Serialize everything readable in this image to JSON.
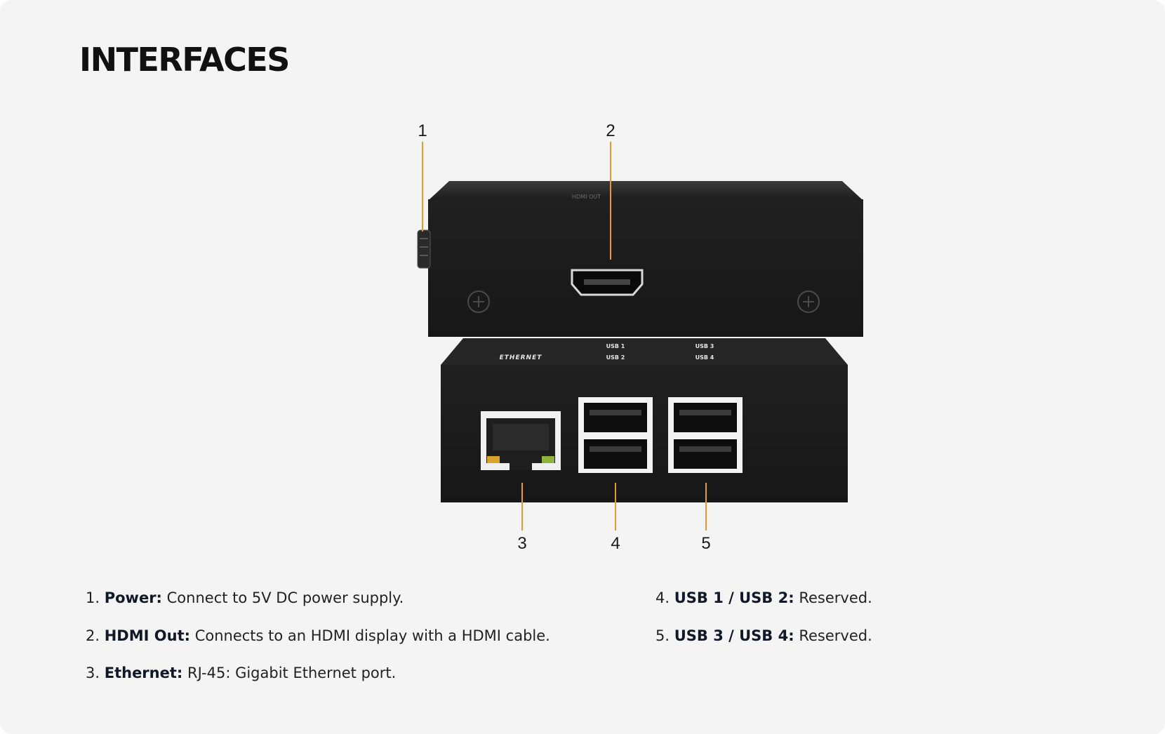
{
  "section": {
    "title": "INTERFACES"
  },
  "device": {
    "case_color": "#1c1c1c",
    "accent_color": "#e89a2c",
    "top_case_label": "HDMI OUT",
    "port_labels": {
      "ethernet": "ETHERNET",
      "usb_pair_1": [
        "USB 1",
        "USB 2"
      ],
      "usb_pair_2": [
        "USB 3",
        "USB 4"
      ]
    },
    "icons": [
      "power-jack-icon",
      "hdmi-port-icon",
      "ethernet-port-icon",
      "usb-port-icon",
      "screw-icon"
    ]
  },
  "callouts": [
    "1",
    "2",
    "3",
    "4",
    "5"
  ],
  "interfaces": {
    "left": [
      {
        "num": "1.",
        "name": "Power:",
        "desc": "Connect to 5V DC power supply."
      },
      {
        "num": "2.",
        "name": "HDMI Out:",
        "desc": "Connects to an HDMI display with a HDMI cable."
      },
      {
        "num": "3.",
        "name": "Ethernet:",
        "desc": "RJ-45: Gigabit Ethernet port."
      }
    ],
    "right": [
      {
        "num": "4.",
        "name": "USB 1 / USB 2:",
        "desc": "Reserved."
      },
      {
        "num": "5.",
        "name": "USB 3 / USB 4:",
        "desc": "Reserved."
      }
    ]
  }
}
